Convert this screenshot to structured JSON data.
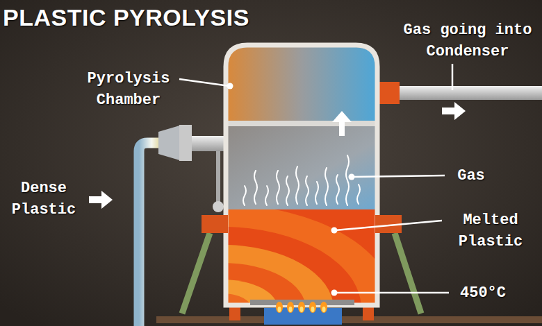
{
  "diagram": {
    "title": "PLASTIC PYROLYSIS",
    "labels": [
      "Pyrolysis Chamber",
      "Gas going into Condenser",
      "Dense Plastic",
      "Gas",
      "Melted Plastic",
      "450°C"
    ]
  }
}
